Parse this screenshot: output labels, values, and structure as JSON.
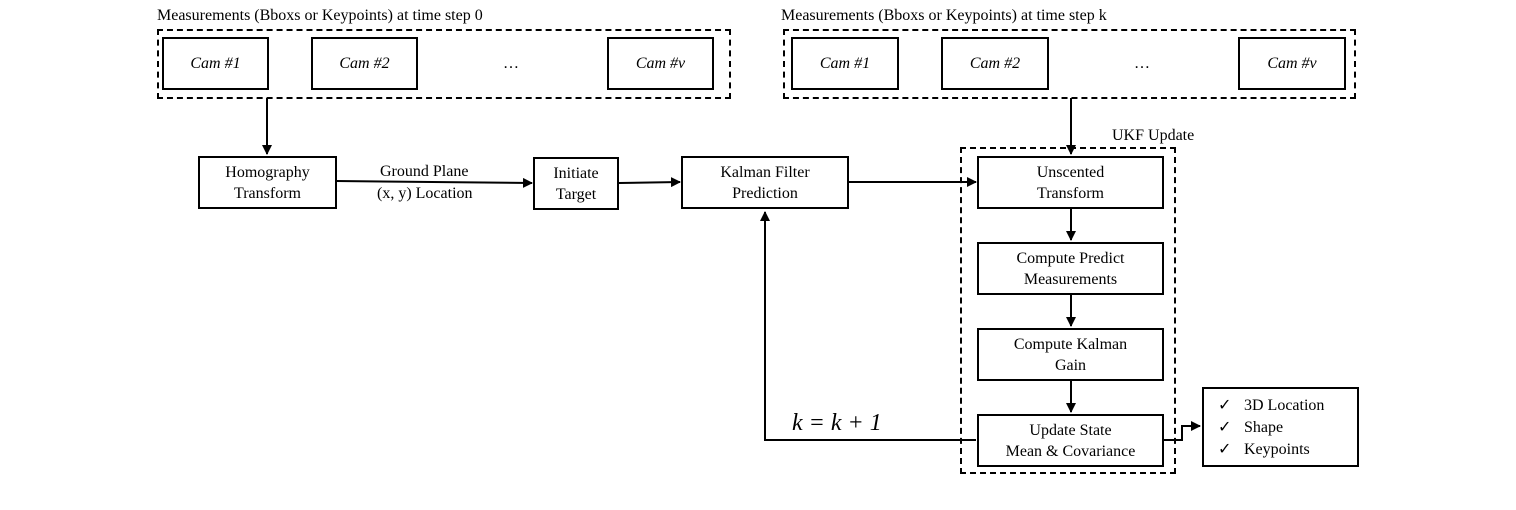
{
  "top_left": {
    "title": "Measurements (Bboxs or Keypoints) at time step 0",
    "cams": [
      "Cam #1",
      "Cam #2",
      "…",
      "Cam #v"
    ]
  },
  "top_right": {
    "title": "Measurements (Bboxs or Keypoints) at time step k",
    "cams": [
      "Cam #1",
      "Cam #2",
      "…",
      "Cam #v"
    ]
  },
  "blocks": {
    "homography": [
      "Homography",
      "Transform"
    ],
    "ground_plane": [
      "Ground Plane",
      "(x, y) Location"
    ],
    "initiate": [
      "Initiate",
      "Target"
    ],
    "kalman_pred": [
      "Kalman Filter",
      "Prediction"
    ],
    "ukf_label": "UKF Update",
    "unscented": [
      "Unscented",
      "Transform"
    ],
    "predict_meas": [
      "Compute Predict",
      "Measurements"
    ],
    "kalman_gain": [
      "Compute Kalman",
      "Gain"
    ],
    "update_state": [
      "Update State",
      "Mean & Covariance"
    ],
    "loop_label": "k = k + 1"
  },
  "outputs": [
    "3D Location",
    "Shape",
    "Keypoints"
  ],
  "check_symbol": "✓"
}
